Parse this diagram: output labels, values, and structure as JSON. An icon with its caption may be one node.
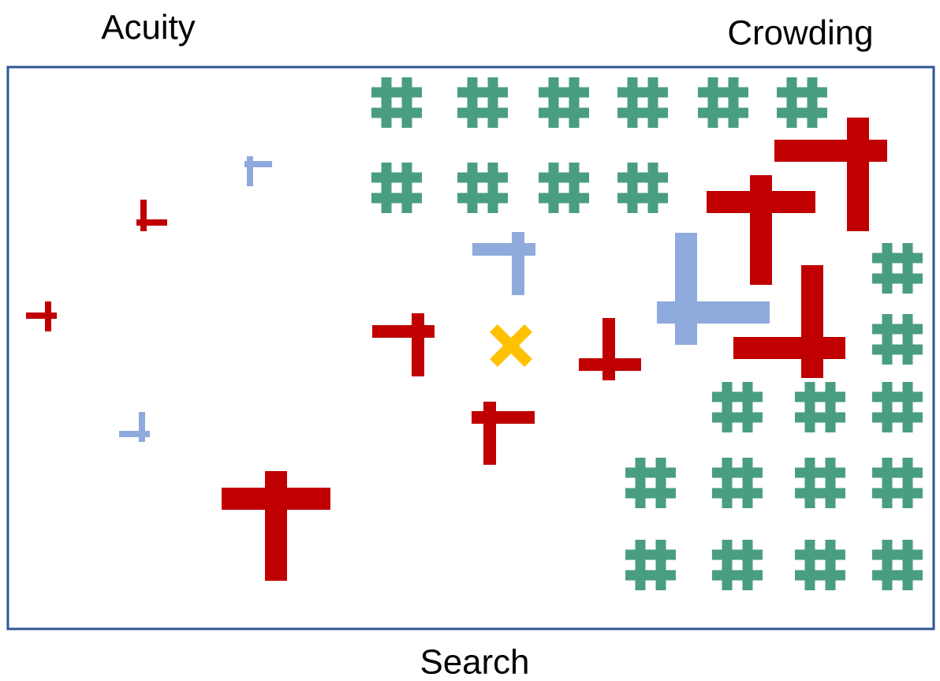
{
  "diagram": {
    "labels": [
      "Acuity",
      "Crowding",
      "Search"
    ]
  }
}
